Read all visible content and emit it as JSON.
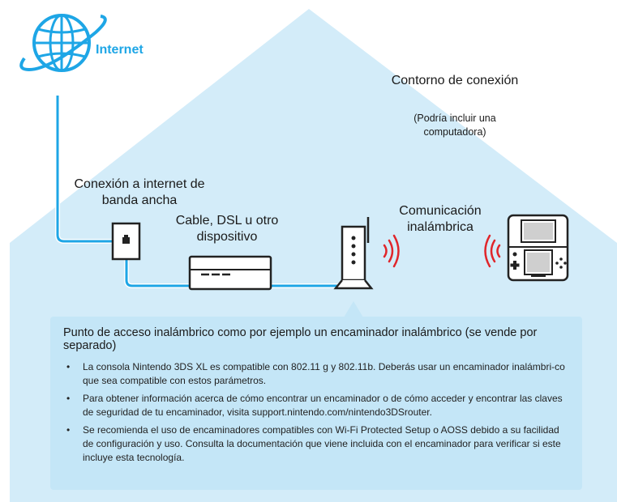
{
  "internet_label": "Internet",
  "home": {
    "title": "Contorno de conexión",
    "subtitle": "(Podría incluir una computadora)"
  },
  "broadband_label": "Conexión a internet de banda ancha",
  "cable_label": "Cable, DSL u otro dispositivo",
  "wireless_label": "Comunicación inalámbrica",
  "infobox": {
    "title": "Punto de acceso inalámbrico como por ejemplo un encaminador inalámbrico (se vende por separado)",
    "bullets": [
      "La consola Nintendo 3DS XL es compatible con 802.11 g y 802.11b. Deberás usar un encaminador inalámbri-co que sea compatible con estos parámetros.",
      "Para obtener información acerca de cómo encontrar un encaminador o de cómo acceder y encontrar las claves de seguridad de tu encaminador, visita support.nintendo.com/nintendo3DSrouter.",
      "Se recomienda el uso de encaminadores compatibles con Wi-Fi Protected Setup o AOSS debido a su facilidad de configuración y uso. Consulta la documentación que viene incluida con el encaminador para verificar si este incluye esta tecnología."
    ],
    "bullet_glyph": "•"
  },
  "colors": {
    "house_fill": "#d3ecf9",
    "box_fill": "#c4e6f7",
    "cable_blue": "#1ea6e6",
    "signal_red": "#e0262b",
    "device_stroke": "#222222"
  },
  "icons": [
    "globe-icon",
    "wall-socket-icon",
    "modem-icon",
    "router-icon",
    "wifi-signal-icon",
    "3ds-console-icon"
  ]
}
